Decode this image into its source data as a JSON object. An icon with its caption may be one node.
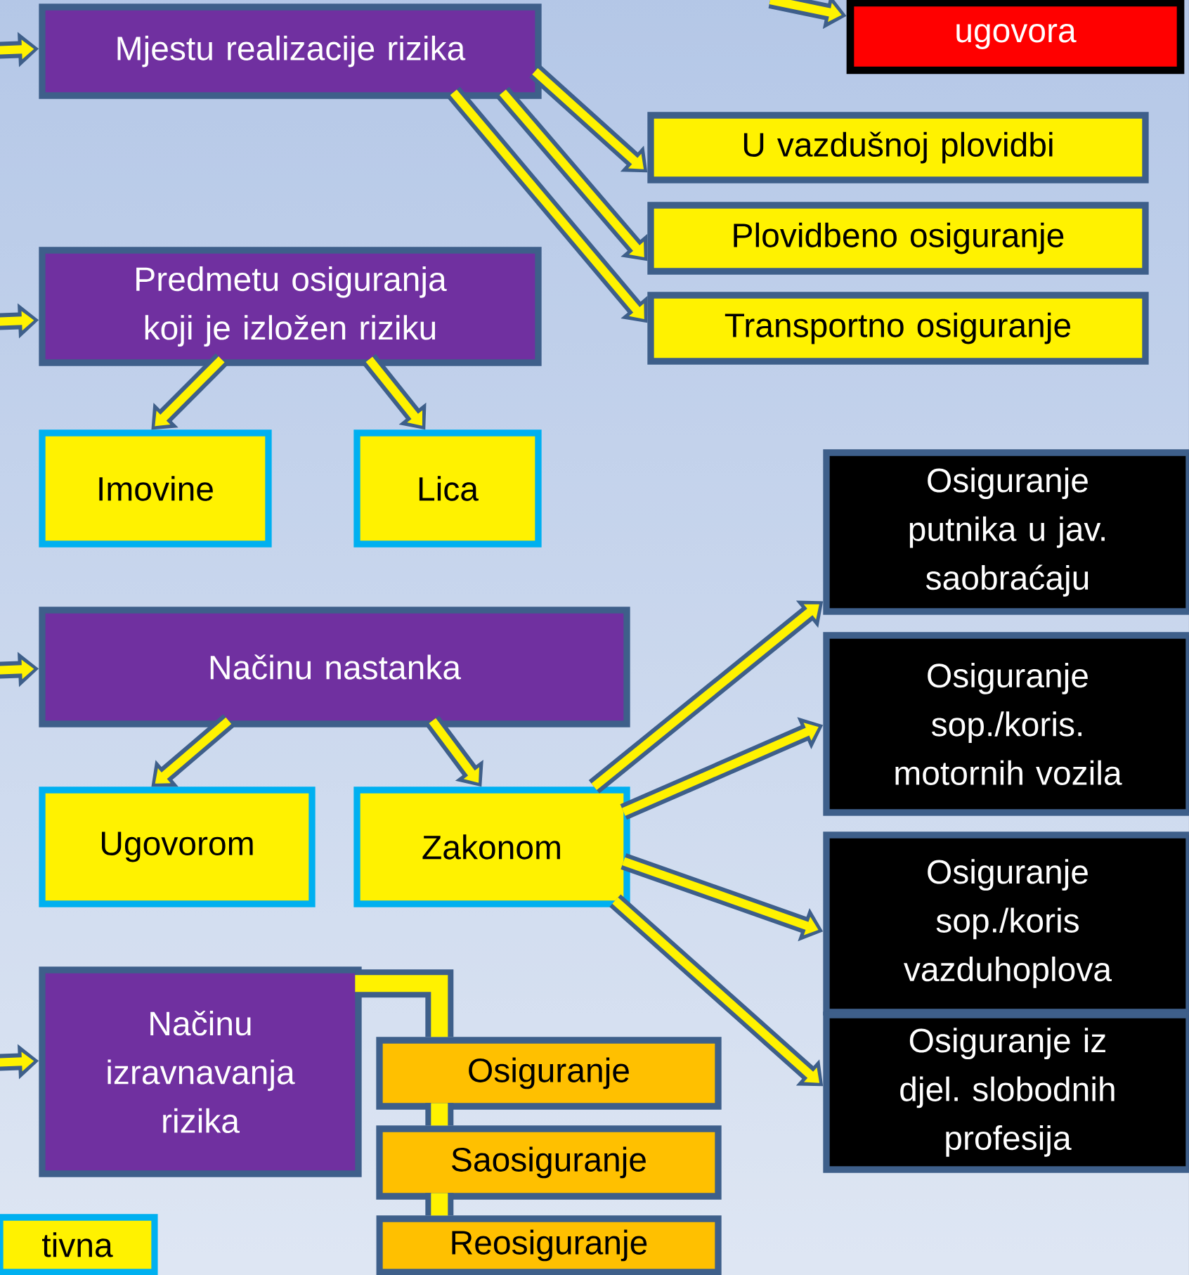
{
  "diagram": {
    "nodes": [
      {
        "text": [
          "ugovora"
        ]
      },
      {
        "text": [
          "Mjestu realizacije rizika"
        ]
      },
      {
        "text": [
          "U vazdušnoj plovidbi"
        ]
      },
      {
        "text": [
          "Plovidbeno osiguranje"
        ]
      },
      {
        "text": [
          "Transportno osiguranje"
        ]
      },
      {
        "text": [
          "Predmetu osiguranja koji je izložen riziku"
        ]
      },
      {
        "text": [
          "Imovine"
        ]
      },
      {
        "text": [
          "Lica"
        ]
      },
      {
        "text": [
          "Načinu nastanka"
        ]
      },
      {
        "text": [
          "Ugovorom"
        ]
      },
      {
        "text": [
          "Zakonom"
        ]
      },
      {
        "text": [
          "Osiguranje putnika u jav. saobraćaju"
        ]
      },
      {
        "text": [
          "Osiguranje sop./koris. motornih vozila"
        ]
      },
      {
        "text": [
          "Osiguranje sop./koris vazduhoplova"
        ]
      },
      {
        "text": [
          "Osiguranje iz djel. slobodnih profesija"
        ]
      },
      {
        "text": [
          "Načinu izravnavanja rizika"
        ]
      },
      {
        "text": [
          "Osiguranje"
        ]
      },
      {
        "text": [
          "Saosiguranje"
        ]
      },
      {
        "text": [
          "Reosiguranje"
        ]
      },
      {
        "text": [
          "tivna"
        ]
      }
    ],
    "edges": [
      {
        "from": null,
        "to": 0,
        "arrow": "to"
      },
      {
        "from": null,
        "to": 1,
        "arrow": "to"
      },
      {
        "from": 1,
        "to": 2,
        "arrow": "to"
      },
      {
        "from": 1,
        "to": 3,
        "arrow": "to"
      },
      {
        "from": 1,
        "to": 4,
        "arrow": "to"
      },
      {
        "from": null,
        "to": 5,
        "arrow": "to"
      },
      {
        "from": 5,
        "to": 6,
        "arrow": "to"
      },
      {
        "from": 5,
        "to": 7,
        "arrow": "to"
      },
      {
        "from": null,
        "to": 8,
        "arrow": "to"
      },
      {
        "from": 8,
        "to": 9,
        "arrow": "to"
      },
      {
        "from": 8,
        "to": 10,
        "arrow": "to"
      },
      {
        "from": 10,
        "to": 11,
        "arrow": "to"
      },
      {
        "from": 10,
        "to": 12,
        "arrow": "to"
      },
      {
        "from": 10,
        "to": 13,
        "arrow": "to"
      },
      {
        "from": 10,
        "to": 14,
        "arrow": "to"
      },
      {
        "from": null,
        "to": 15,
        "arrow": "to"
      },
      {
        "from": 15,
        "to": 16,
        "arrow": "none",
        "style": "thick",
        "color": "#3e5f8a"
      },
      {
        "from": 16,
        "to": 17,
        "arrow": "none",
        "style": "thick",
        "color": "#3e5f8a"
      },
      {
        "from": 17,
        "to": 18,
        "arrow": "none",
        "style": "thick",
        "color": "#3e5f8a"
      }
    ]
  }
}
